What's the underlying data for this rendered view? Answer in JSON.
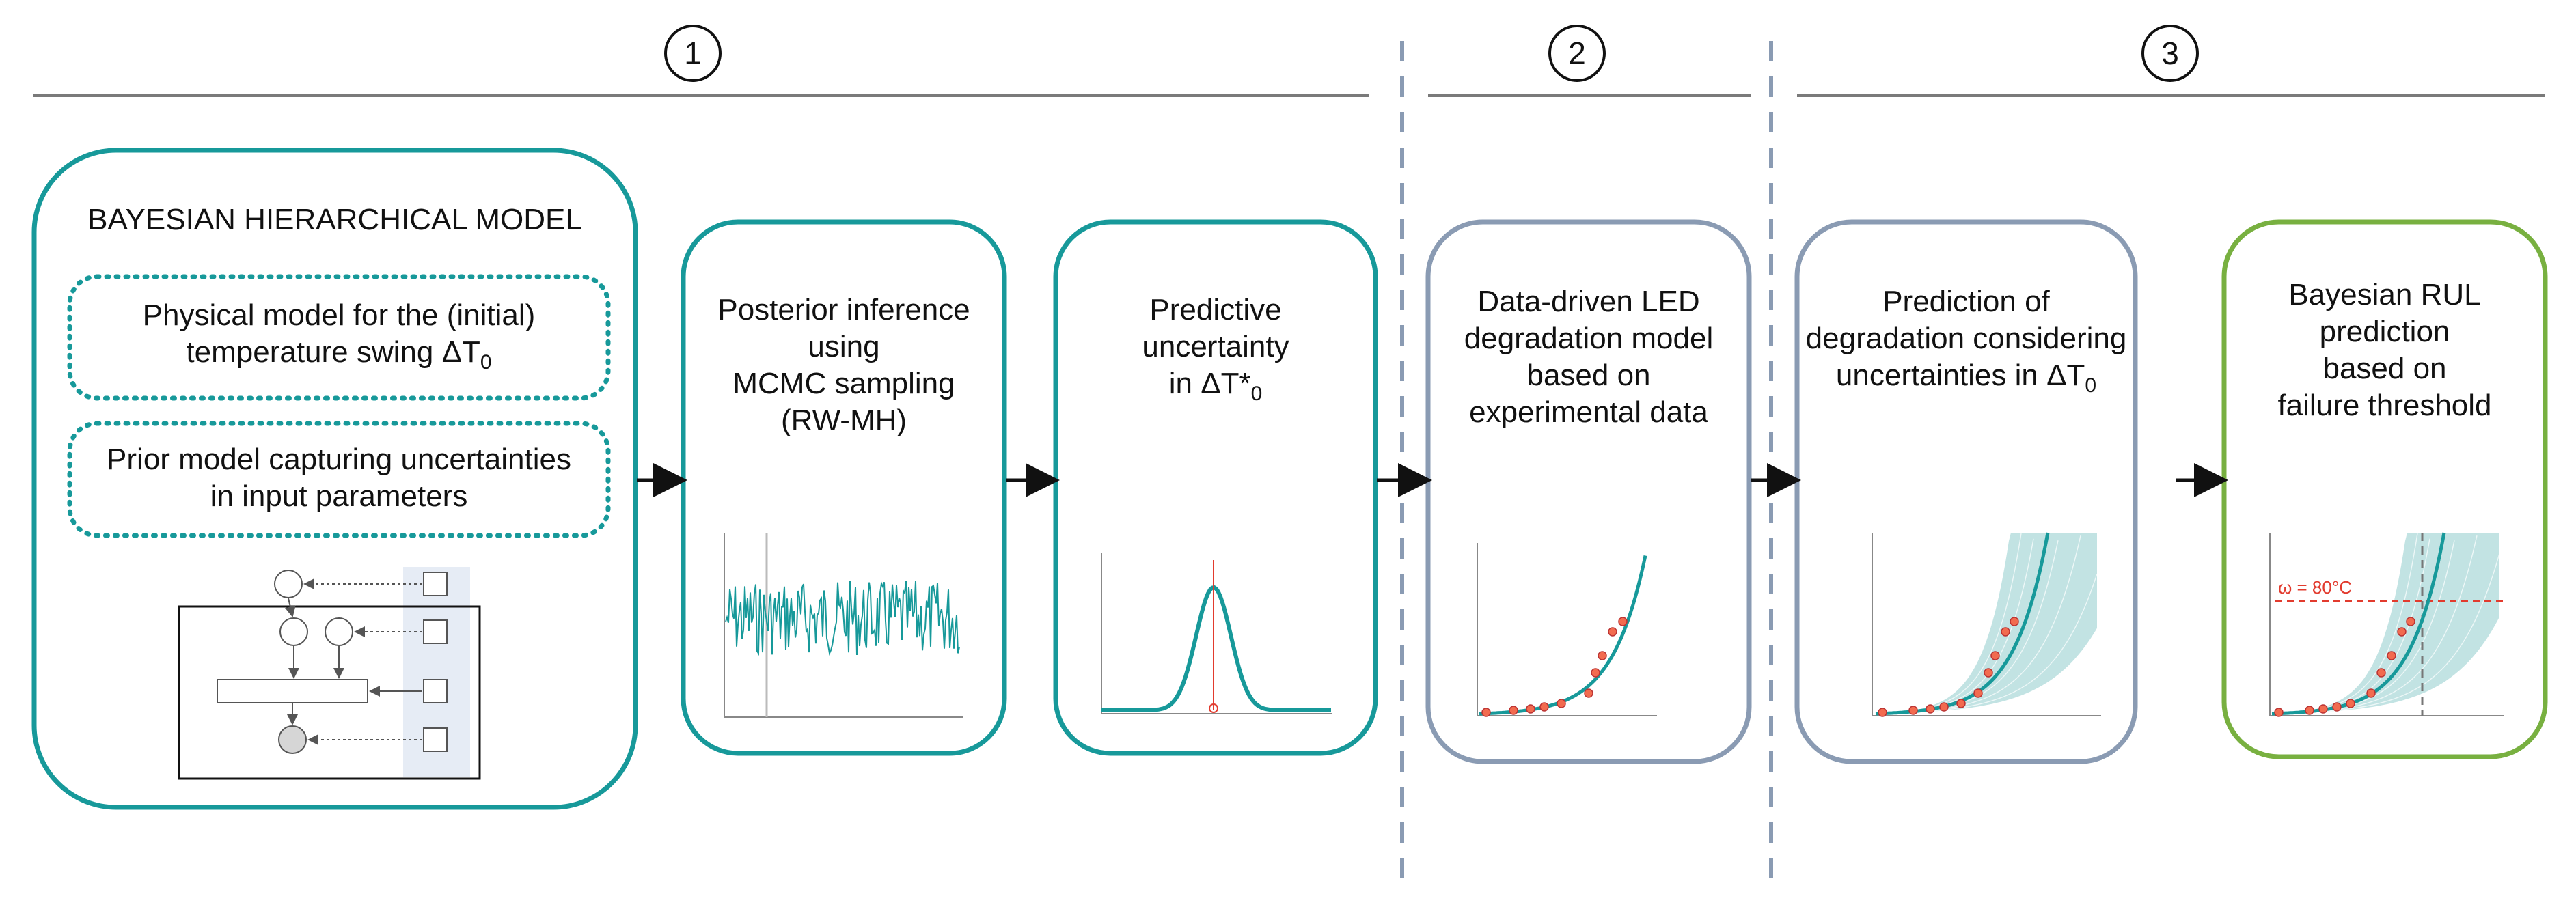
{
  "steps": {
    "s1": "1",
    "s2": "2",
    "s3": "3"
  },
  "bhm": {
    "title": "BAYESIAN HIERARCHICAL MODEL",
    "physical_line1": "Physical model for the (initial)",
    "physical_line2": "temperature swing ΔT",
    "physical_sub": "0",
    "prior_line1": "Prior model capturing uncertainties",
    "prior_line2": "in input parameters"
  },
  "posterior": {
    "line1": "Posterior inference",
    "line2": "using",
    "line3": "MCMC sampling",
    "line4": "(RW-MH)"
  },
  "predictive": {
    "line1": "Predictive",
    "line2": "uncertainty",
    "line3": "in ΔT*",
    "line3_sub": "0"
  },
  "led_model": {
    "line1": "Data-driven LED",
    "line2": "degradation model",
    "line3": "based on",
    "line4": "experimental data"
  },
  "prediction": {
    "line1": "Prediction of",
    "line2": "degradation considering",
    "line3": "uncertainties in ΔT",
    "line3_sub": "0"
  },
  "rul": {
    "line1": "Bayesian RUL",
    "line2": "prediction",
    "line3": "based on",
    "line4": "failure threshold",
    "threshold_label": "ω = 80°C"
  },
  "colors": {
    "teal": "#17999a",
    "slate": "#8a9bb3",
    "green": "#78b040",
    "red": "#e23b2e",
    "band": "#b7dede"
  }
}
